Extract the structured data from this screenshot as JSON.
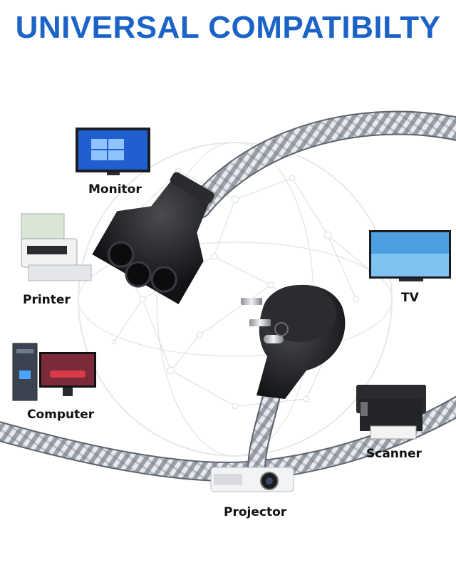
{
  "headline": "UNIVERSAL COMPATIBILTY",
  "devices": [
    {
      "id": "monitor",
      "label": "Monitor",
      "icon": "monitor-icon"
    },
    {
      "id": "printer",
      "label": "Printer",
      "icon": "printer-icon"
    },
    {
      "id": "computer",
      "label": "Computer",
      "icon": "computer-icon"
    },
    {
      "id": "tv",
      "label": "TV",
      "icon": "tv-icon"
    },
    {
      "id": "scanner",
      "label": "Scanner",
      "icon": "scanner-icon"
    },
    {
      "id": "projector",
      "label": "Projector",
      "icon": "projector-icon"
    }
  ],
  "colors": {
    "headline": "#1c63c7",
    "cable_braid": "#b7bcc4",
    "plug_body": "#1e1f22",
    "globe_lines": "#d9dde3"
  }
}
